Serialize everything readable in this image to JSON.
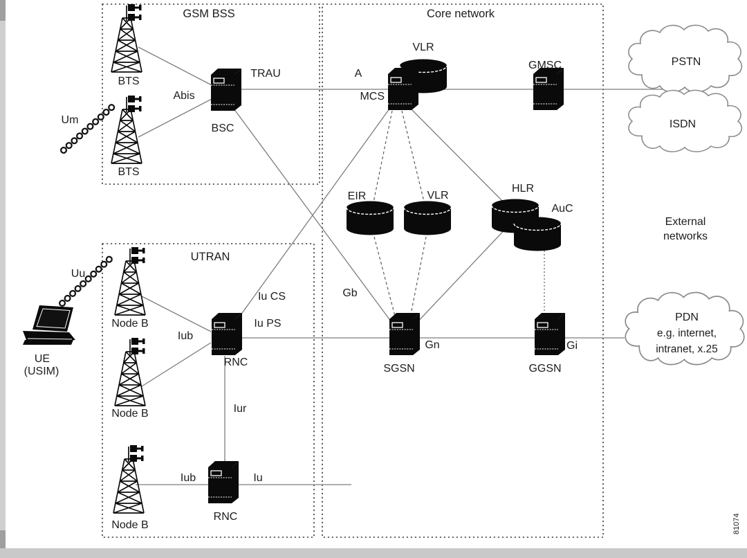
{
  "regions": {
    "gsm_bss": "GSM BSS",
    "core_network": "Core network",
    "utran": "UTRAN"
  },
  "nodes": {
    "bts1": "BTS",
    "bts2": "BTS",
    "bsc": "BSC",
    "msc": "MCS",
    "vlr_top": "VLR",
    "gmsc": "GMSC",
    "eir": "EIR",
    "vlr_mid": "VLR",
    "hlr": "HLR",
    "auc": "AuC",
    "sgsn": "SGSN",
    "ggsn": "GGSN",
    "rnc_mid": "RNC",
    "rnc_bottom": "RNC",
    "nodeb1": "Node B",
    "nodeb2": "Node B",
    "nodeb3": "Node B",
    "ue": "UE",
    "ue_sub": "(USIM)"
  },
  "interfaces": {
    "um": "Um",
    "uu": "Uu",
    "abis": "Abis",
    "trau": "TRAU",
    "a": "A",
    "gb": "Gb",
    "gn": "Gn",
    "gi": "Gi",
    "iub_mid": "Iub",
    "iu_cs": "Iu CS",
    "iu_ps": "Iu PS",
    "iur": "Iur",
    "iub_bottom": "Iub",
    "iu_bottom": "Iu"
  },
  "clouds": {
    "pstn": "PSTN",
    "isdn": "ISDN",
    "pdn_line1": "PDN",
    "pdn_line2": "e.g. internet,",
    "pdn_line3": "intranet, x.25"
  },
  "annotations": {
    "external_line1": "External",
    "external_line2": "networks",
    "figure_number": "81074"
  },
  "colors": {
    "link": "#7d7d7d",
    "dashed_link": "#5a5a5a",
    "border": "#3f3f3f",
    "node_fill": "#0a0a0a",
    "cloud_stroke": "#8a8a8a",
    "text": "#1c1c1c"
  }
}
